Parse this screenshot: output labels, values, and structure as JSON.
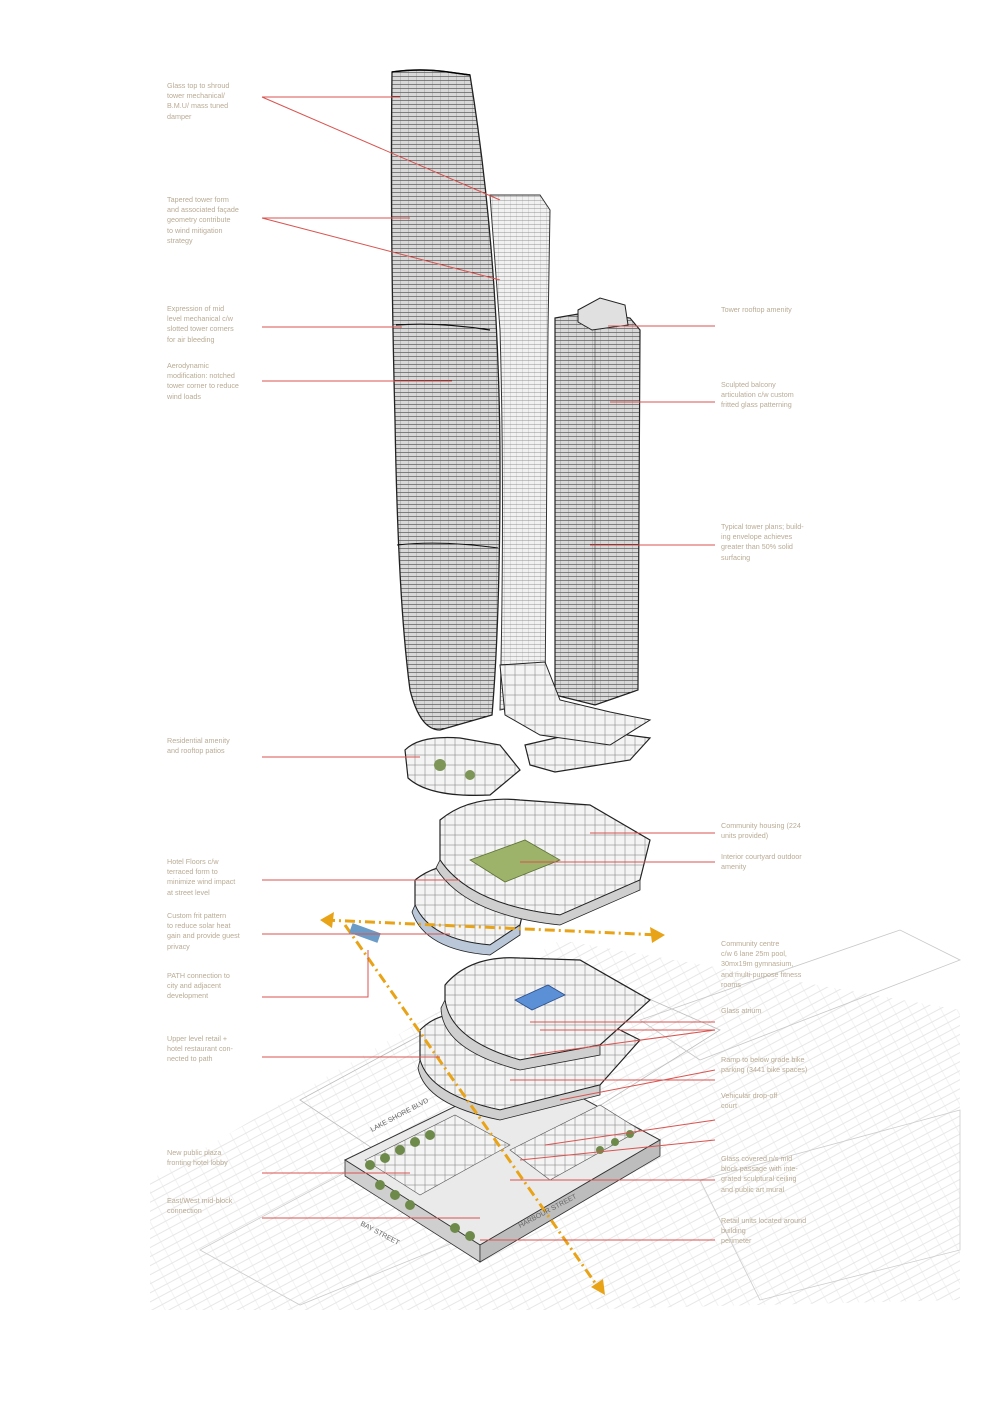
{
  "colors": {
    "leader_line": "#d9534f",
    "annotation_text": "#b9ab95",
    "path_arrow": "#e8a317",
    "building_outline": "#2b2b2b",
    "glass_fill": "#e9e9e9",
    "courtyard_green": "#8aa35a",
    "pool_blue": "#5b8fd6"
  },
  "icons": [
    "path-arrow-icon",
    "orange-dashed-arrow"
  ],
  "annotations_left": [
    "Glass top to shroud\ntower mechanical/\nB.M.U/ mass tuned\ndamper",
    "Tapered tower form\nand associated façade\ngeometry contribute\nto wind mitigation\nstrategy",
    "Expression of mid\nlevel mechanical c/w\nslotted tower corners\nfor air bleeding",
    "Aerodynamic\nmodification: notched\ntower corner to reduce\nwind loads",
    "Residential amenity\nand rooftop patios",
    "Hotel Floors c/w\nterraced form to\nminimize wind impact\nat street level",
    "Custom frit pattern\nto reduce solar heat\ngain and provide guest\nprivacy",
    "PATH connection to\ncity and adjacent\ndevelopment",
    "Upper level retail +\nhotel restaurant con-\nnected to path",
    "New public plaza\nfronting hotel lobby",
    "East/West mid-block\nconnection"
  ],
  "annotations_right": [
    "Tower rooftop amenity",
    "Sculpted balcony\narticulation c/w custom\nfritted glass patterning",
    "Typical tower plans; build-\ning envelope achieves\ngreater than 50% solid\nsurfacing",
    "Community housing (224\nunits provided)",
    "Interior courtyard outdoor\namenity",
    "Community centre\nc/w 6 lane 25m pool,\n30mx19m gymnasium,\nand multi-purpose fitness\nrooms",
    "Glass atrium",
    "Ramp to below grade bike\nparking (3441 bike spaces)",
    "Vehicular drop-off\ncourt",
    "Glass covered n/s mid\nblock passage with inte-\ngrated sculptural ceiling\nand public art mural",
    "Retail units located around\nbuilding\nperimeter"
  ],
  "street_labels": [
    "LAKE SHORE BLVD",
    "BAY STREET",
    "HARBOUR STREET"
  ]
}
